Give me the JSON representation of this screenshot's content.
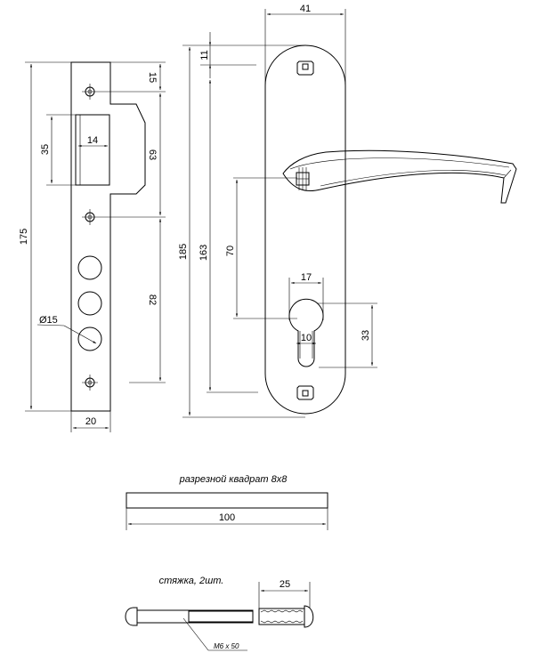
{
  "strike_plate": {
    "height_175": "175",
    "opening_35": "35",
    "opening_14": "14",
    "offset_15": "15",
    "offset_63": "63",
    "offset_82": "82",
    "hole_diameter": "Ø15",
    "width_20": "20"
  },
  "handle_plate": {
    "width_41": "41",
    "offset_11": "11",
    "height_185": "185",
    "height_163": "163",
    "spacing_70": "70",
    "cylinder_width_17": "17",
    "cylinder_width_10": "10",
    "cylinder_height_33": "33"
  },
  "square_bar": {
    "caption": "разрезной квадрат 8х8",
    "length": "100"
  },
  "tie_bolt": {
    "caption": "стяжка, 2шт.",
    "length": "25",
    "thread": "М6 х 50"
  }
}
